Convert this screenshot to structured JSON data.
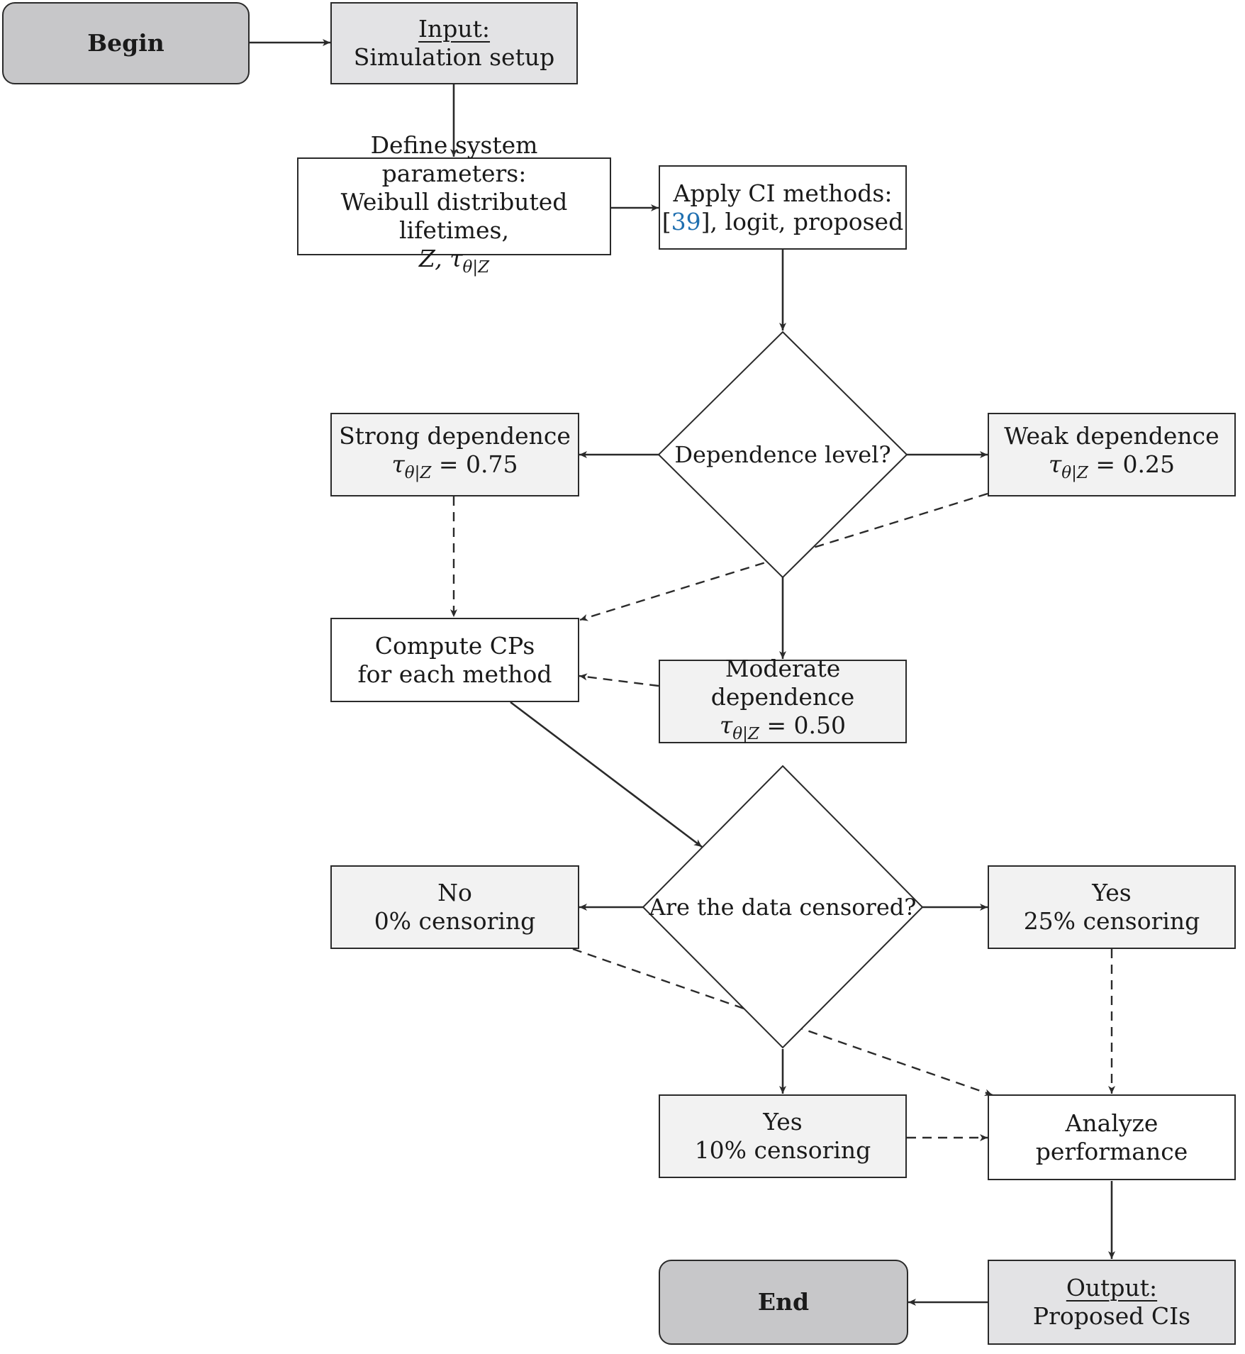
{
  "nodes": {
    "begin": {
      "label": "Begin"
    },
    "input": {
      "title": "Input:",
      "text": "Simulation setup"
    },
    "define": {
      "line1": "Define system parameters:",
      "line2": "Weibull distributed lifetimes,",
      "line3_z": "Z,",
      "line3_tau": "τ",
      "line3_sub": "θ|Z"
    },
    "apply": {
      "line1": "Apply CI methods:",
      "cite": "39",
      "line2_rest": ", logit, proposed"
    },
    "dependence": {
      "label": "Dependence level?"
    },
    "strong": {
      "line1": "Strong dependence",
      "tau": "τ",
      "sub": "θ|Z",
      "value": " = 0.75"
    },
    "weak": {
      "line1": "Weak dependence",
      "tau": "τ",
      "sub": "θ|Z",
      "value": " = 0.25"
    },
    "compute": {
      "line1": "Compute CPs",
      "line2": "for each method"
    },
    "moderate": {
      "line1": "Moderate dependence",
      "tau": "τ",
      "sub": "θ|Z",
      "value": " = 0.50"
    },
    "censored": {
      "label": "Are the data censored?"
    },
    "no": {
      "line1": "No",
      "line2": "0% censoring"
    },
    "yes25": {
      "line1": "Yes",
      "line2": "25% censoring"
    },
    "yes10": {
      "line1": "Yes",
      "line2": "10% censoring"
    },
    "analyze": {
      "line1": "Analyze",
      "line2": "performance"
    },
    "output": {
      "title": "Output:",
      "text": "Proposed CIs"
    },
    "end": {
      "label": "End"
    }
  },
  "colors": {
    "terminal": "#c7c7c9",
    "io": "#e3e3e5",
    "shaded": "#f2f2f2",
    "process": "#ffffff",
    "line": "#2a2a2a",
    "citation": "#1f6fb0"
  }
}
